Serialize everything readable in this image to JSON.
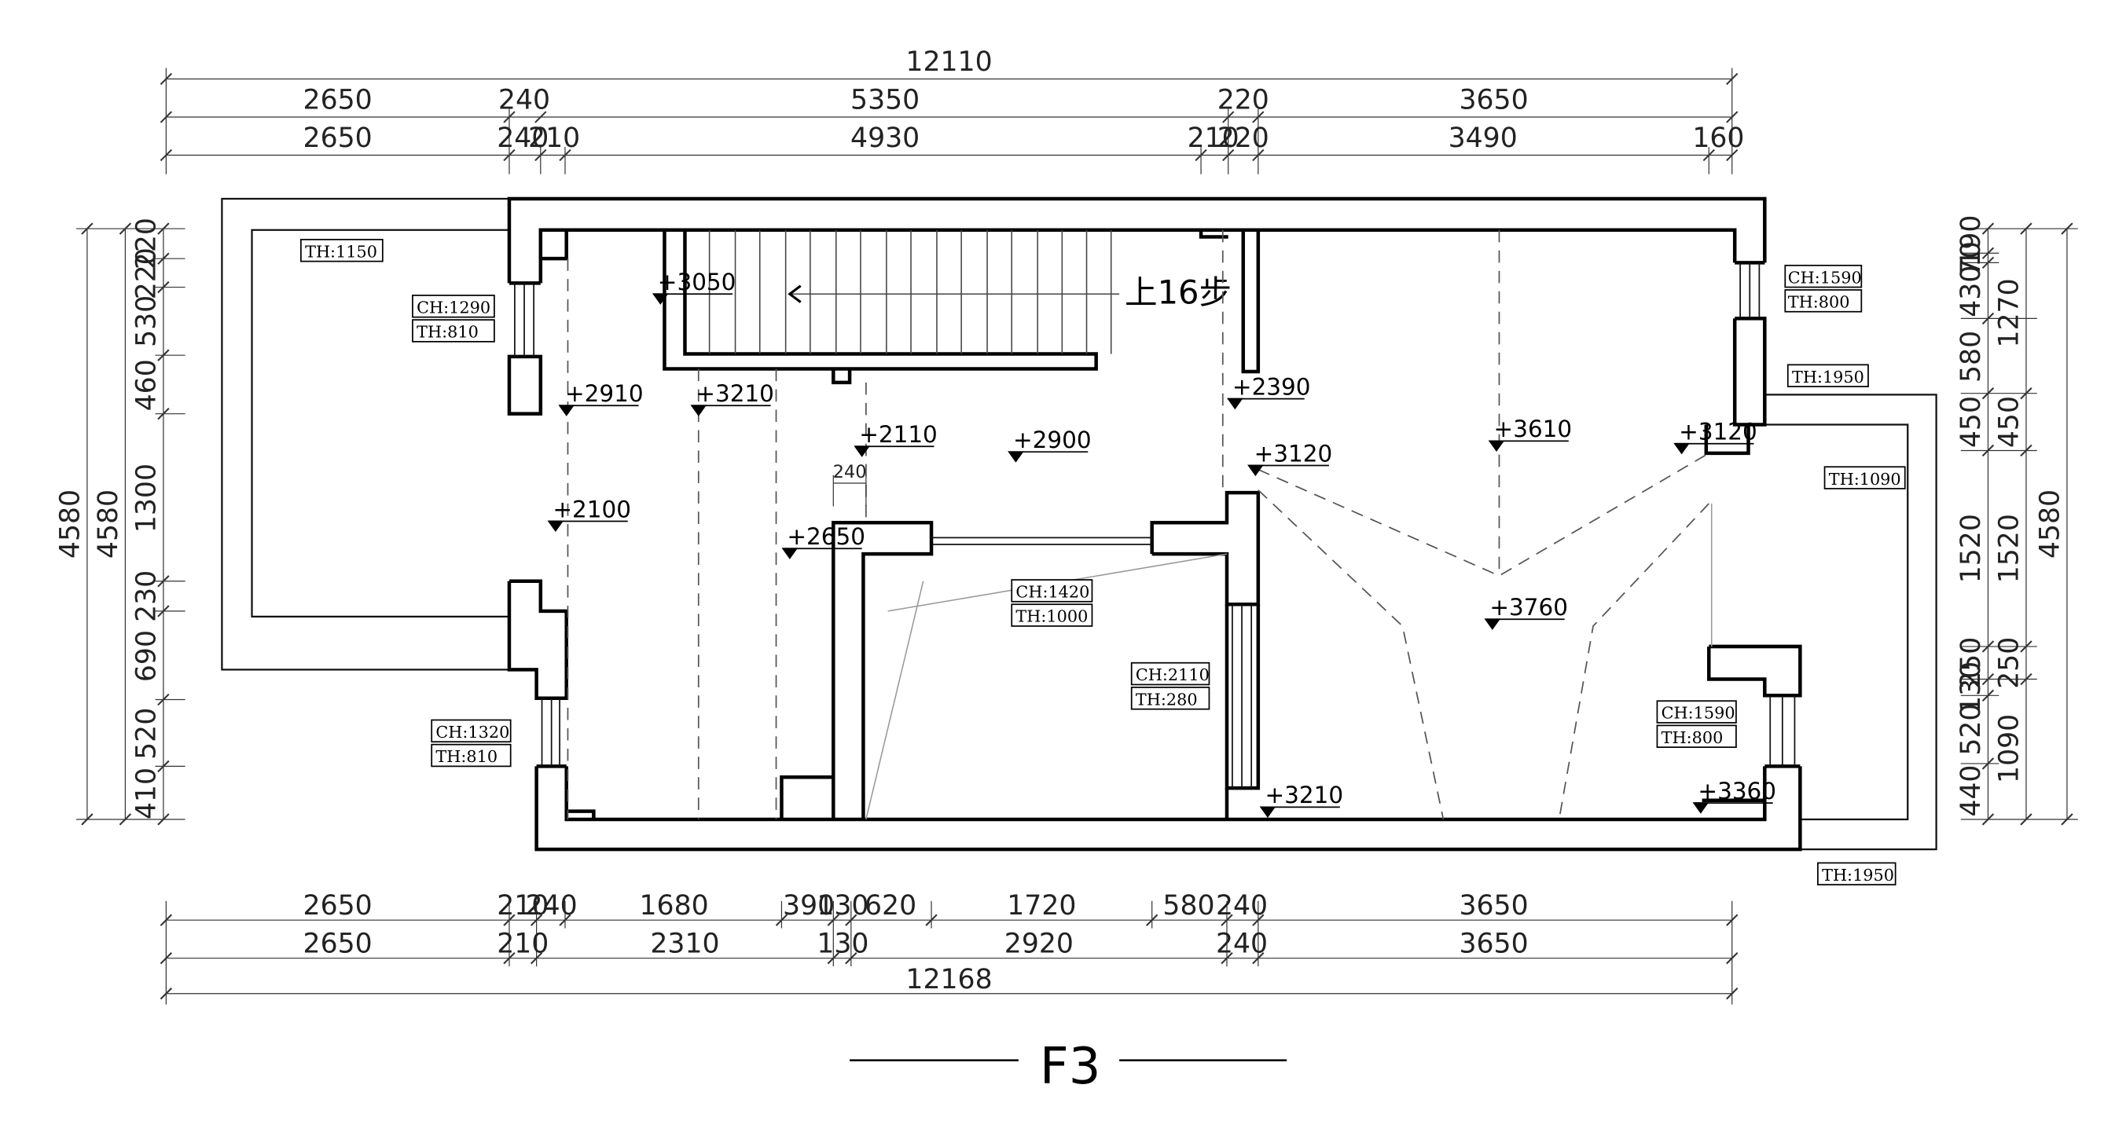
{
  "drawing": {
    "title": "F3",
    "stair_label": "上16步"
  },
  "dims_top": {
    "overall": "12110",
    "row2": [
      "2650",
      "240",
      "5350",
      "220",
      "3650"
    ],
    "row3": [
      "2650",
      "240",
      "210",
      "4930",
      "210",
      "220",
      "3490",
      "160"
    ]
  },
  "dims_bottom": {
    "row1": [
      "2650",
      "210",
      "240",
      "1680",
      "390",
      "130",
      "620",
      "1720",
      "580",
      "240",
      "3650"
    ],
    "row2": [
      "2650",
      "210",
      "2310",
      "130",
      "2920",
      "240",
      "3650"
    ],
    "overall": "12168"
  },
  "dims_left": {
    "overall_outer": "4580",
    "overall_inner": "4580",
    "segments": [
      "220",
      "220",
      "530",
      "460",
      "1300",
      "230",
      "690",
      "520",
      "410"
    ]
  },
  "dims_right": {
    "inner": [
      "190",
      "70",
      "430",
      "580",
      "450",
      "1520",
      "250",
      "130",
      "520",
      "440"
    ],
    "middle": [
      "1270",
      "450",
      "1520",
      "250",
      "1090"
    ],
    "overall": "4580"
  },
  "elevations": [
    "+3050",
    "+2910",
    "+3210",
    "+2110",
    "+2900",
    "+2390",
    "+3120",
    "+3610",
    "+3120",
    "+2100",
    "+2650",
    "+3760",
    "+3210",
    "+3360"
  ],
  "tags": {
    "th_1150": "TH:1150",
    "ch_1290": "CH:1290",
    "th_810_a": "TH:810",
    "ch_1590_a": "CH:1590",
    "th_800_a": "TH:800",
    "th_1950_a": "TH:1950",
    "th_1090": "TH:1090",
    "ch_1420": "CH:1420",
    "th_1000": "TH:1000",
    "ch_2110": "CH:2110",
    "th_280": "TH:280",
    "ch_1320": "CH:1320",
    "th_810_b": "TH:810",
    "ch_1590_b": "CH:1590",
    "th_800_b": "TH:800",
    "th_1950_b": "TH:1950",
    "width_240": "240"
  }
}
